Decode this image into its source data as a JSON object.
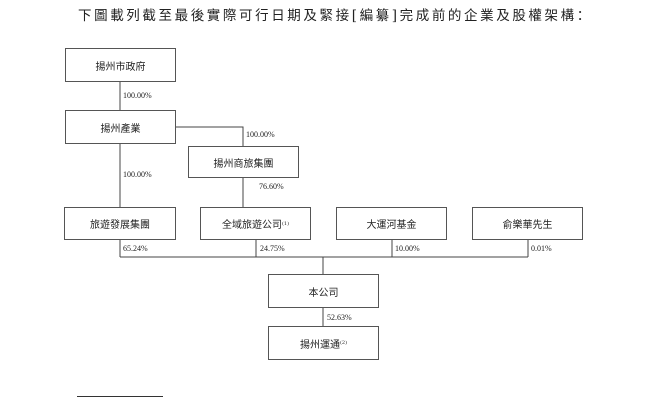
{
  "heading": "下圖載列截至最後實際可行日期及緊接[編纂]完成前的企業及股權架構：",
  "entities": {
    "yangzhou_gov": "揚州市政府",
    "yangzhou_industry": "揚州產業",
    "commerce_tourism": "揚州商旅集團",
    "tourism_dev": "旅遊發展集團",
    "all_area_tourism": "全域旅遊公司",
    "all_area_tourism_note": "(1)",
    "grand_canal_fund": "大運河基金",
    "mr_yu": "俞樂華先生",
    "company": "本公司",
    "yangzhou_yuntong": "揚州運通",
    "yangzhou_yuntong_note": "(2)"
  },
  "percentages": {
    "gov_to_industry": "100.00%",
    "industry_to_commerce": "100.00%",
    "industry_to_tourism_dev": "100.00%",
    "commerce_to_all_area": "76.60%",
    "tourism_dev_to_company": "65.24%",
    "all_area_to_company": "24.75%",
    "canal_to_company": "10.00%",
    "yu_to_company": "0.01%",
    "company_to_yuntong": "52.63%"
  }
}
